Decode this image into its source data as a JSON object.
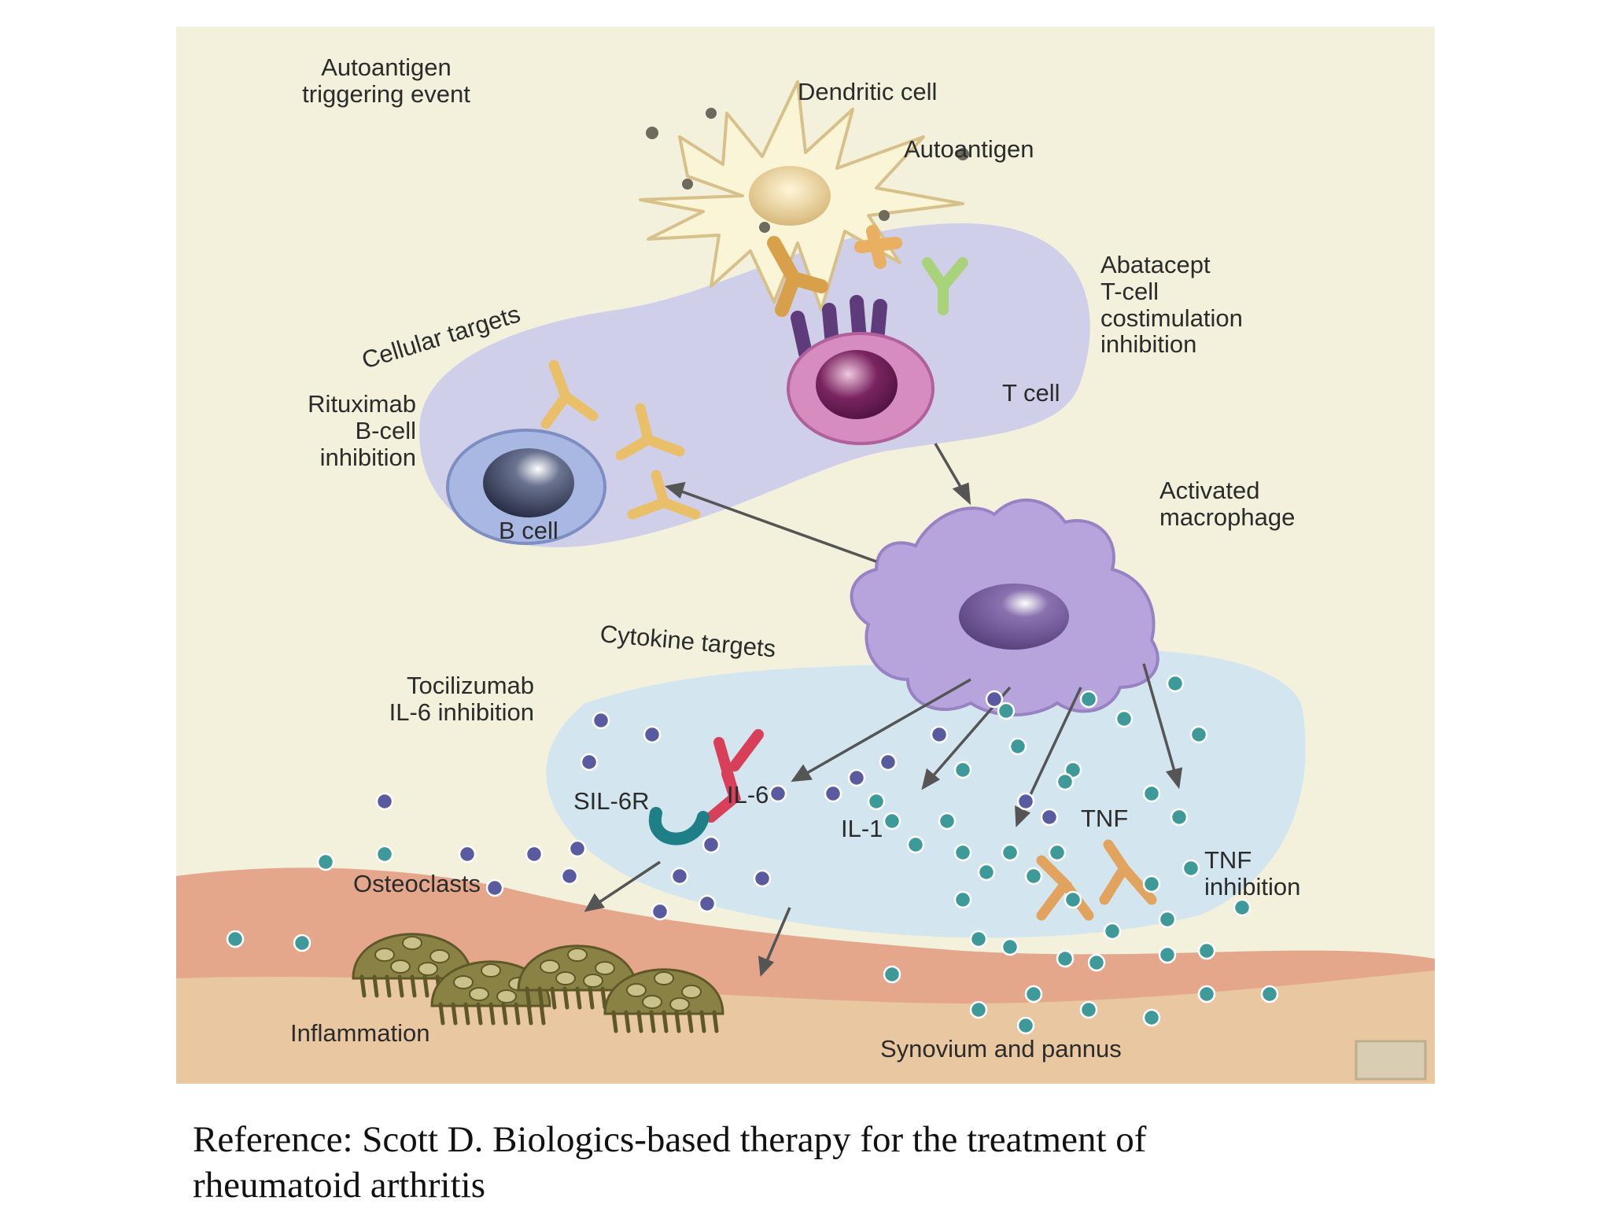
{
  "figure": {
    "labels": {
      "autoantigen_trigger_line1": "Autoantigen",
      "autoantigen_trigger_line2": "triggering event",
      "dendritic_cell": "Dendritic cell",
      "autoantigen": "Autoantigen",
      "abatacept_line1": "Abatacept",
      "abatacept_line2": "T-cell",
      "abatacept_line3": "costimulation",
      "abatacept_line4": "inhibition",
      "cellular_targets": "Cellular targets",
      "rituximab_line1": "Rituximab",
      "rituximab_line2": "B-cell",
      "rituximab_line3": "inhibition",
      "t_cell": "T cell",
      "b_cell": "B cell",
      "activated_macrophage_line1": "Activated",
      "activated_macrophage_line2": "macrophage",
      "cytokine_targets": "Cytokine targets",
      "tocilizumab_line1": "Tocilizumab",
      "tocilizumab_line2": "IL-6 inhibition",
      "sil6r": "SIL-6R",
      "il6": "IL-6",
      "il1": "IL-1",
      "tnf": "TNF",
      "tnf_inhibition_line1": "TNF",
      "tnf_inhibition_line2": "inhibition",
      "osteoclasts": "Osteoclasts",
      "inflammation": "Inflammation",
      "synovium_and_pannus": "Synovium and pannus"
    },
    "colors": {
      "background": "#f3f0dc",
      "cellular_zone": "#c9c9ec",
      "cytokine_zone": "#cfe4f2",
      "tissue": "#e9c7a0",
      "inflamed_layer": "#e4a78c",
      "dendritic_cell": "#fbf5d7",
      "t_cell": "#c56aa6",
      "b_cell": "#a8b8e2",
      "macrophage": "#b8a4dc",
      "antibody": "#e9c069",
      "il6_dot": "#5a5aa0",
      "il1_tnf_dot": "#3e9a98",
      "osteoclast": "#8a8244"
    }
  },
  "reference": {
    "line1": "Reference: Scott D. Biologics-based therapy for the treatment of",
    "line2": "rheumatoid arthritis"
  }
}
